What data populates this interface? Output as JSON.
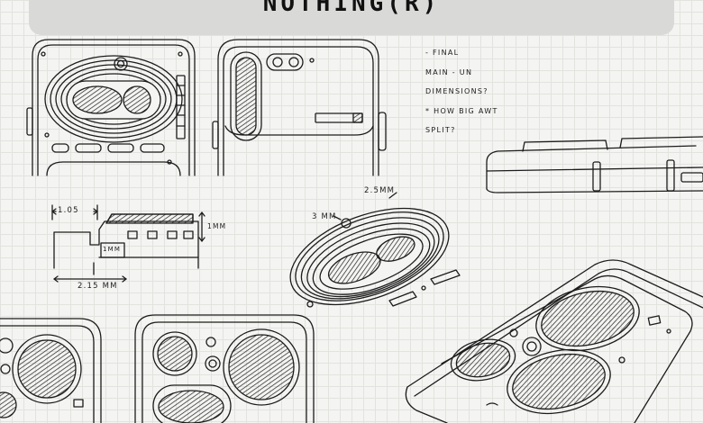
{
  "header": {
    "title": "NOTHING(R)"
  },
  "notes": [
    "- FINAL",
    "MAIN - UN",
    "DIMENSIONS?",
    "* HOW BIG AWT",
    "SPLIT?"
  ],
  "dimensions": {
    "width_a": "1.05",
    "height_a": "1MM",
    "inner_a": "1MM",
    "width_b": "2.15 MM",
    "ring_w": "2.5MM",
    "ring_h": "3 MM"
  },
  "colors": {
    "ink": "#1c1c1c",
    "paper": "#f4f4f2",
    "grid": "#e2e2df",
    "banner": "#d9d9d7"
  }
}
